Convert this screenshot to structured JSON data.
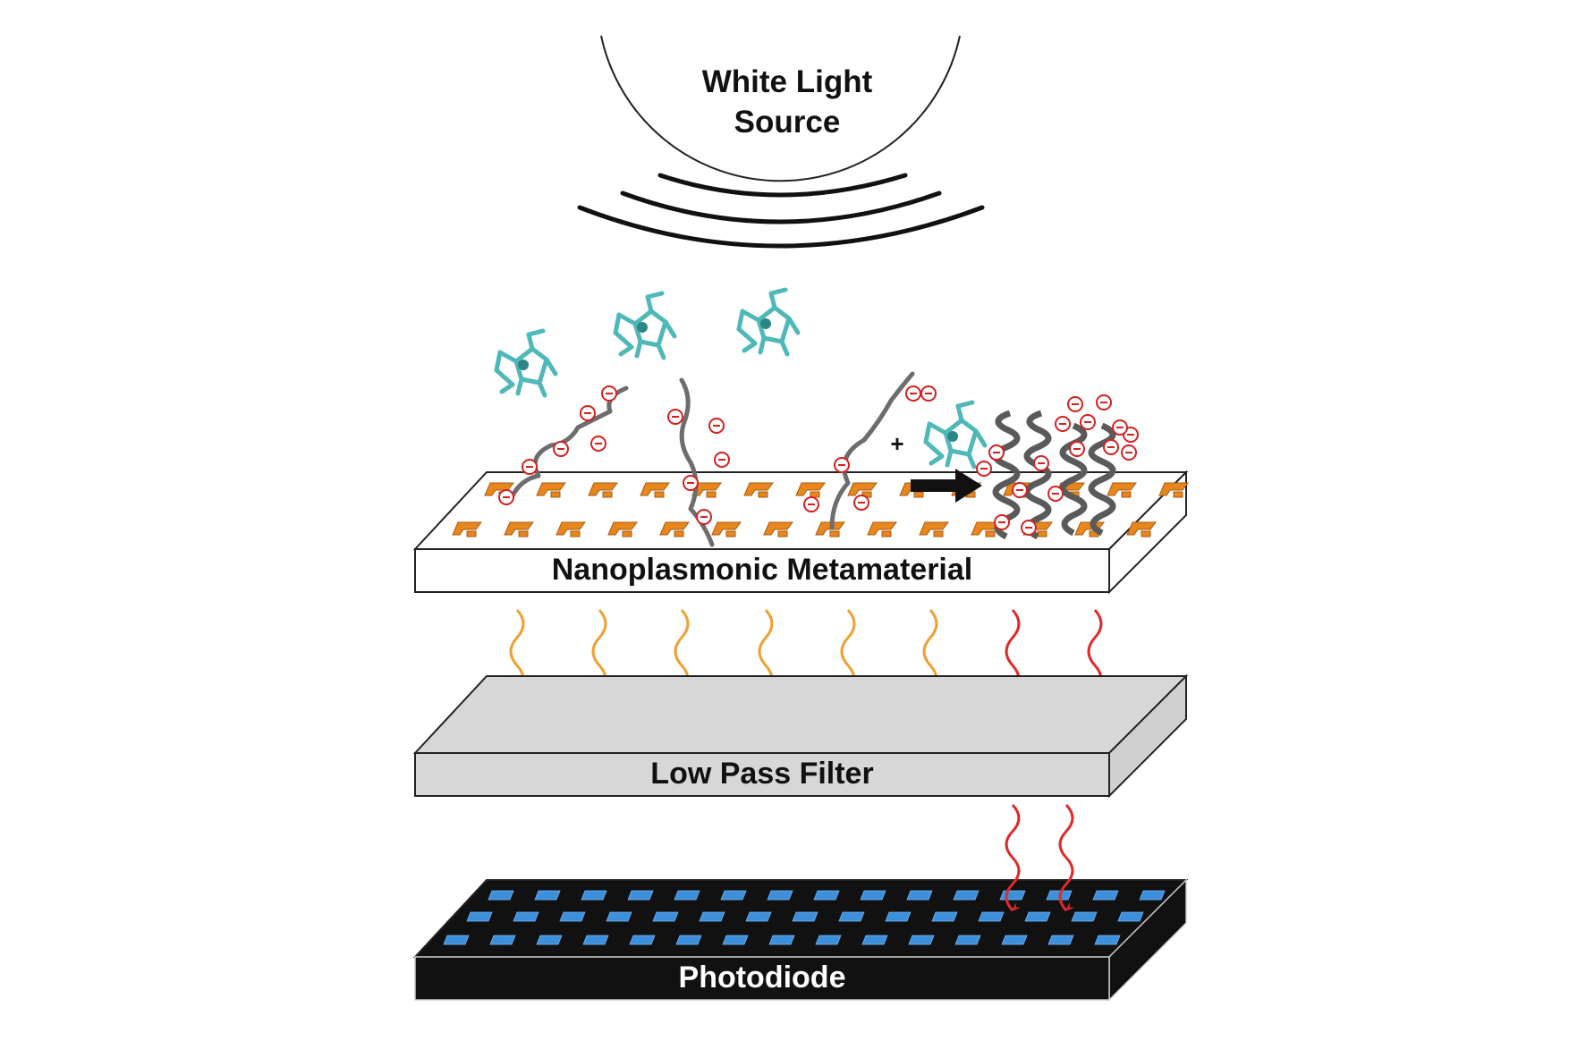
{
  "diagram": {
    "source_label_line1": "White Light",
    "source_label_line2": "Source",
    "layers": {
      "metamaterial": "Nanoplasmonic Metamaterial",
      "filter": "Low Pass Filter",
      "photodiode": "Photodiode"
    },
    "charge_negative": "⊖",
    "charge_positive": "+"
  },
  "colors": {
    "orange_wave": "#f0a030",
    "red_wave": "#e02a2a",
    "resonator": "#e8861e",
    "pixel": "#3d8fd9",
    "molecule": "#4fb8b8",
    "chain": "#707070",
    "charge": "#d42020",
    "filter_fill": "#d7d7d7",
    "photodiode_fill": "#111111"
  }
}
